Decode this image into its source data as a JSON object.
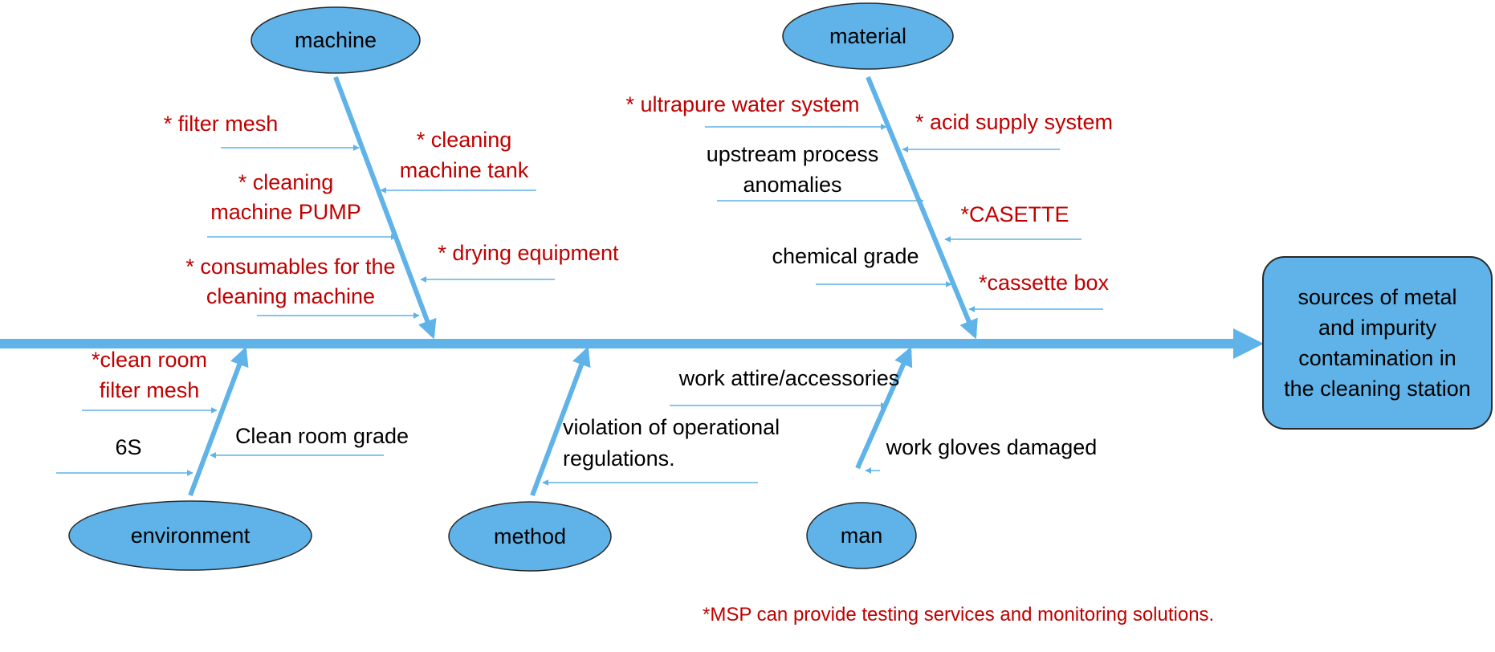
{
  "colors": {
    "accent": "#5fb3e8",
    "line": "#5fb3e8",
    "highlight_text": "#c00000",
    "normal_text": "#000000"
  },
  "effect": "sources of metal and impurity contamination in the cleaning station",
  "footnote": "*MSP can provide testing services and monitoring solutions.",
  "categories": [
    {
      "name": "machine",
      "causes": [
        {
          "lines": [
            "* filter mesh"
          ],
          "highlight": true
        },
        {
          "lines": [
            "* cleaning",
            "machine PUMP"
          ],
          "highlight": true
        },
        {
          "lines": [
            "* consumables for the",
            "cleaning machine"
          ],
          "highlight": true
        },
        {
          "lines": [
            "* cleaning",
            "machine tank"
          ],
          "highlight": true
        },
        {
          "lines": [
            "* drying equipment"
          ],
          "highlight": true
        }
      ]
    },
    {
      "name": "material",
      "causes": [
        {
          "lines": [
            "* ultrapure water system"
          ],
          "highlight": true
        },
        {
          "lines": [
            "upstream process",
            "anomalies"
          ],
          "highlight": false
        },
        {
          "lines": [
            "chemical grade"
          ],
          "highlight": false
        },
        {
          "lines": [
            "* acid supply system"
          ],
          "highlight": true
        },
        {
          "lines": [
            "*CASETTE"
          ],
          "highlight": true
        },
        {
          "lines": [
            "*cassette box"
          ],
          "highlight": true
        }
      ]
    },
    {
      "name": "environment",
      "causes": [
        {
          "lines": [
            "*clean room",
            "filter mesh"
          ],
          "highlight": true
        },
        {
          "lines": [
            "6S"
          ],
          "highlight": false
        },
        {
          "lines": [
            "Clean room grade"
          ],
          "highlight": false
        }
      ]
    },
    {
      "name": "method",
      "causes": [
        {
          "lines": [
            "violation of operational",
            "regulations."
          ],
          "highlight": false
        }
      ]
    },
    {
      "name": "man",
      "causes": [
        {
          "lines": [
            "work attire/accessories"
          ],
          "highlight": false
        },
        {
          "lines": [
            "work gloves damaged"
          ],
          "highlight": false
        }
      ]
    }
  ]
}
